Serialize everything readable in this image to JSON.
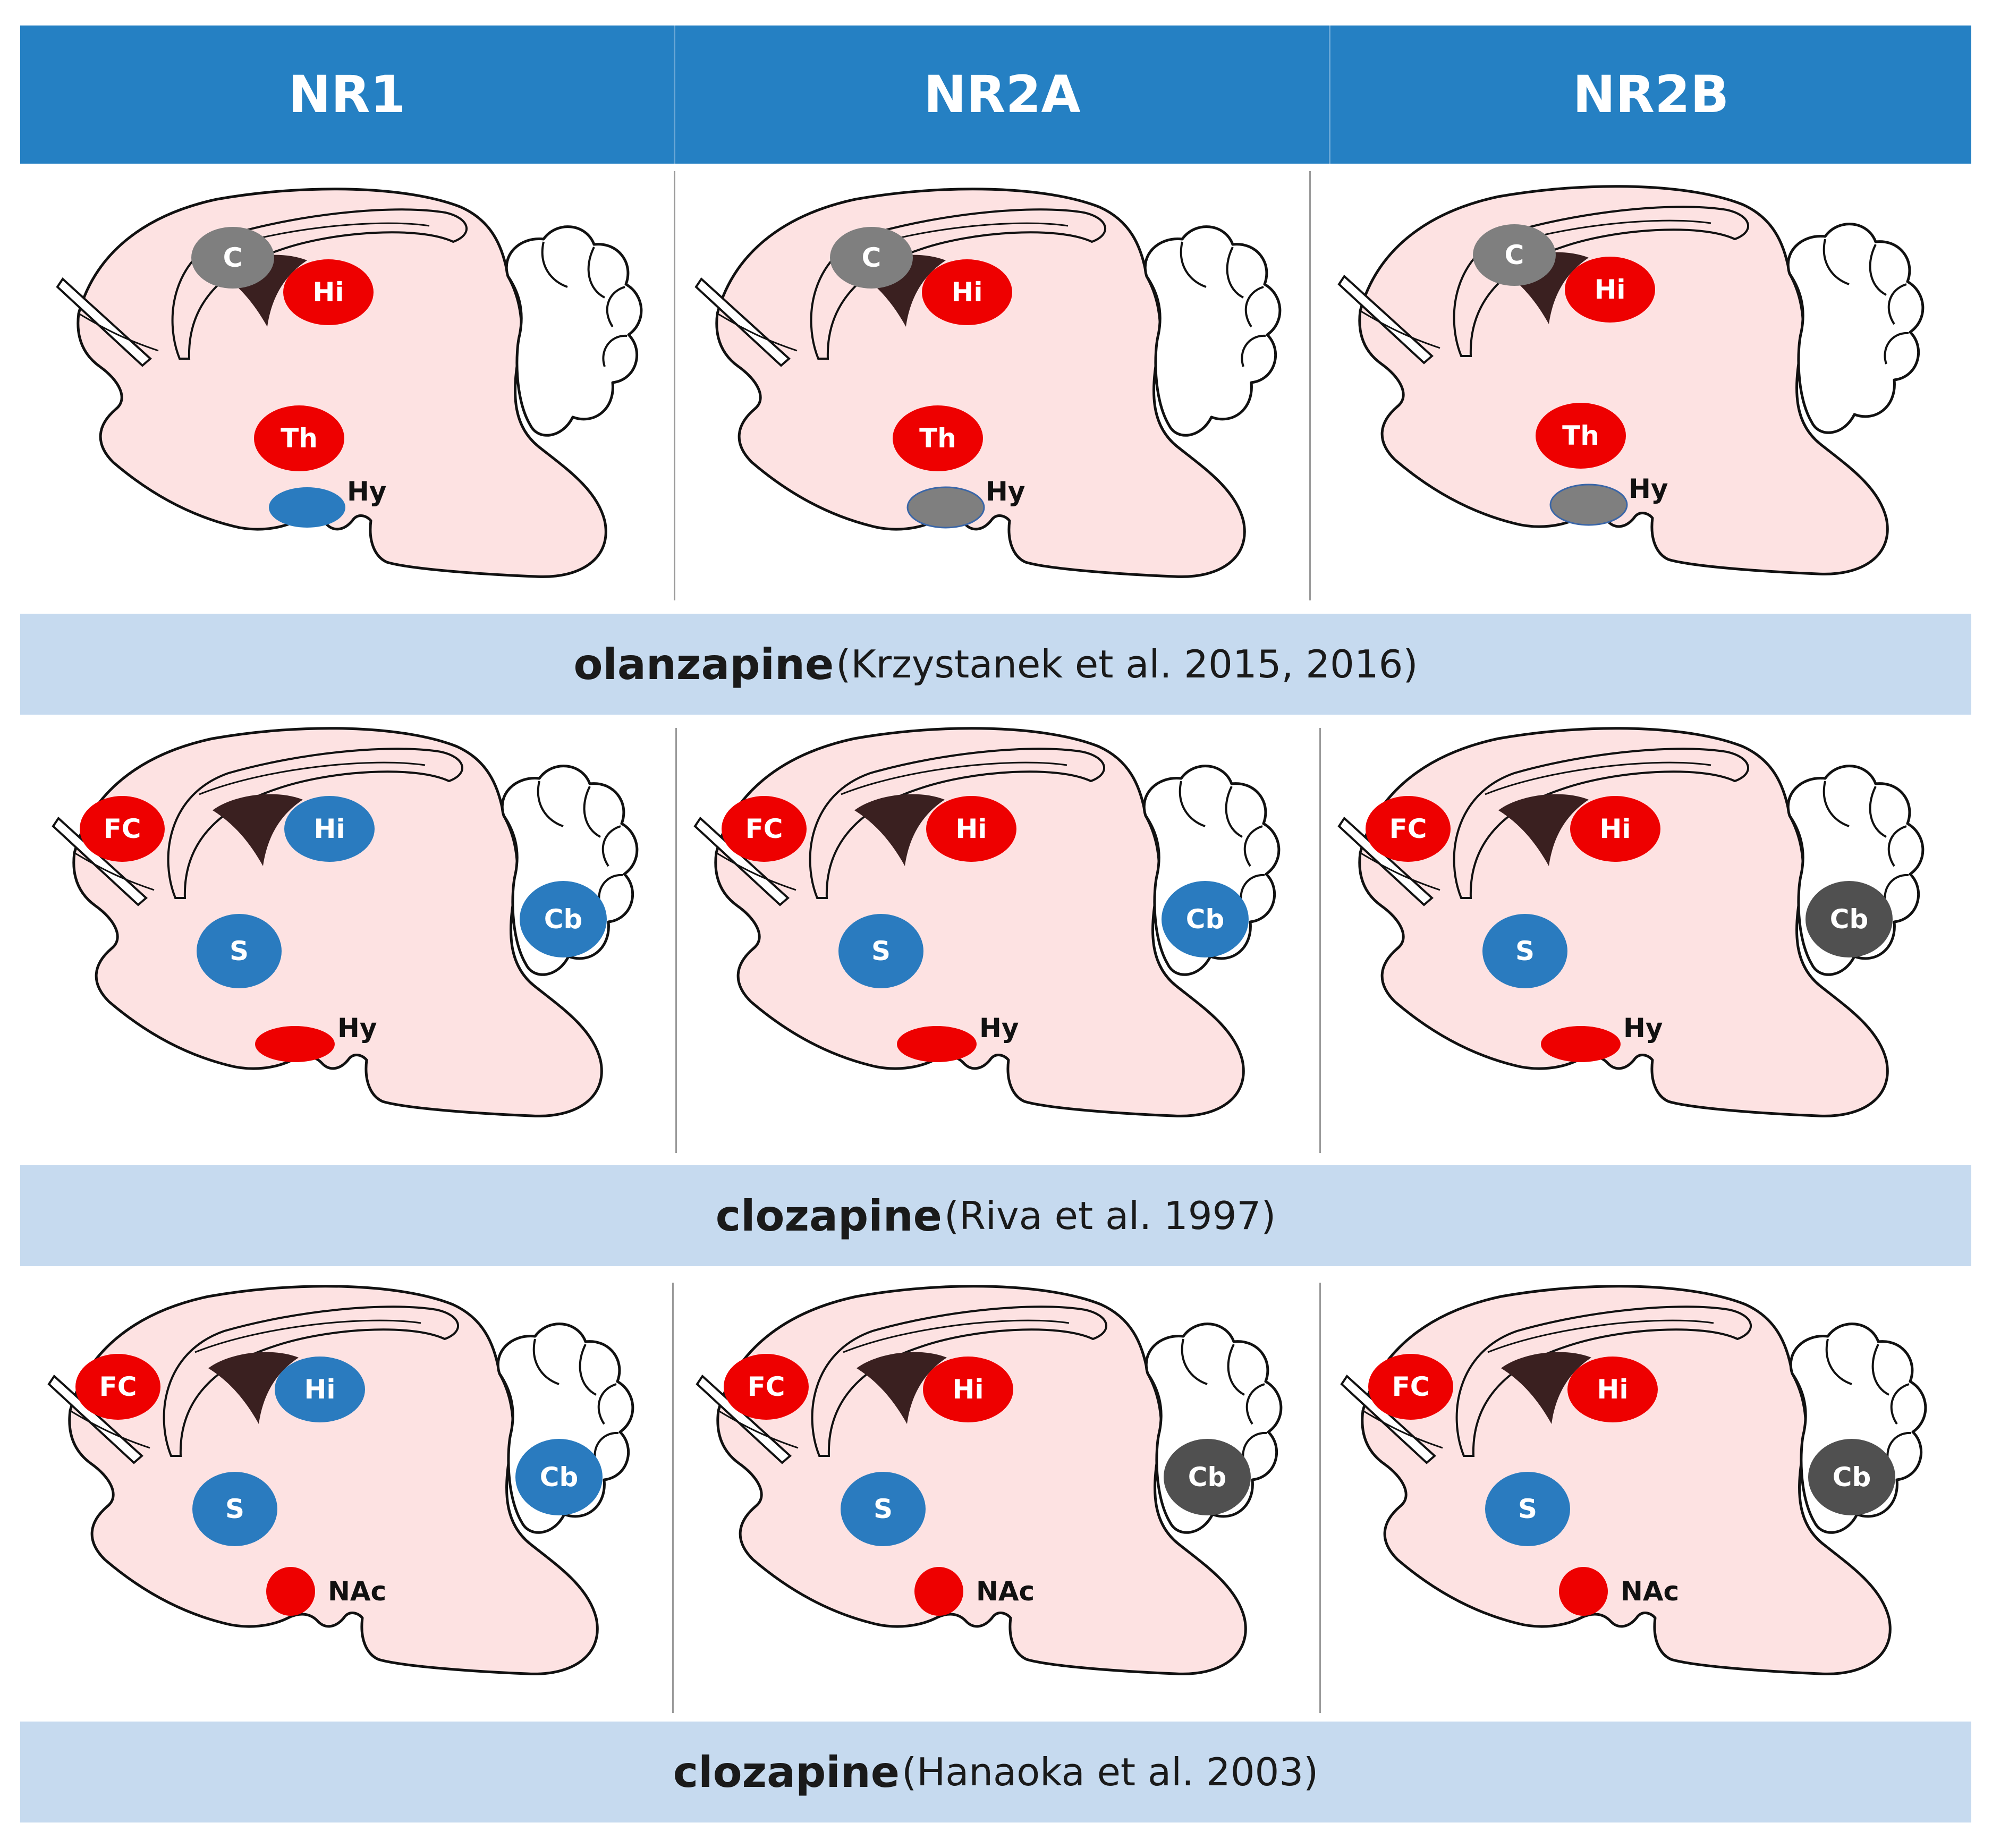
{
  "columns": [
    "NR1",
    "NR2A",
    "NR2B"
  ],
  "colors": {
    "increase": "#ee0000",
    "decrease": "#2a7bbf",
    "no_change": "#7f7f7f",
    "no_change_dark": "#505050",
    "brain_fill": "#fde2e2",
    "header": "#2580c3",
    "caption_band": "#c6daef"
  },
  "rows": [
    {
      "caption": {
        "drug": "olanzapine",
        "reference": "(Krzystanek et al. 2015, 2016)"
      },
      "panels": [
        {
          "regions": [
            {
              "label": "C",
              "status": "no_change"
            },
            {
              "label": "Hi",
              "status": "increase"
            },
            {
              "label": "Th",
              "status": "increase"
            },
            {
              "label": "Hy",
              "status": "decrease"
            }
          ]
        },
        {
          "regions": [
            {
              "label": "C",
              "status": "no_change"
            },
            {
              "label": "Hi",
              "status": "increase"
            },
            {
              "label": "Th",
              "status": "increase"
            },
            {
              "label": "Hy",
              "status": "no_change"
            }
          ]
        },
        {
          "regions": [
            {
              "label": "C",
              "status": "no_change"
            },
            {
              "label": "Hi",
              "status": "increase"
            },
            {
              "label": "Th",
              "status": "increase"
            },
            {
              "label": "Hy",
              "status": "no_change"
            }
          ]
        }
      ]
    },
    {
      "caption": {
        "drug": "clozapine",
        "reference": "(Riva et al. 1997)"
      },
      "panels": [
        {
          "regions": [
            {
              "label": "FC",
              "status": "increase"
            },
            {
              "label": "Hi",
              "status": "decrease"
            },
            {
              "label": "S",
              "status": "decrease"
            },
            {
              "label": "Cb",
              "status": "decrease"
            },
            {
              "label": "Hy",
              "status": "increase"
            }
          ]
        },
        {
          "regions": [
            {
              "label": "FC",
              "status": "increase"
            },
            {
              "label": "Hi",
              "status": "increase"
            },
            {
              "label": "S",
              "status": "decrease"
            },
            {
              "label": "Cb",
              "status": "decrease"
            },
            {
              "label": "Hy",
              "status": "increase"
            }
          ]
        },
        {
          "regions": [
            {
              "label": "FC",
              "status": "increase"
            },
            {
              "label": "Hi",
              "status": "increase"
            },
            {
              "label": "S",
              "status": "decrease"
            },
            {
              "label": "Cb",
              "status": "no_change_dark"
            },
            {
              "label": "Hy",
              "status": "increase"
            }
          ]
        }
      ]
    },
    {
      "caption": {
        "drug": "clozapine",
        "reference": "(Hanaoka et al. 2003)"
      },
      "panels": [
        {
          "regions": [
            {
              "label": "FC",
              "status": "increase"
            },
            {
              "label": "Hi",
              "status": "decrease"
            },
            {
              "label": "S",
              "status": "decrease"
            },
            {
              "label": "Cb",
              "status": "decrease"
            },
            {
              "label": "NAc",
              "status": "increase"
            }
          ]
        },
        {
          "regions": [
            {
              "label": "FC",
              "status": "increase"
            },
            {
              "label": "Hi",
              "status": "increase"
            },
            {
              "label": "S",
              "status": "decrease"
            },
            {
              "label": "Cb",
              "status": "no_change_dark"
            },
            {
              "label": "NAc",
              "status": "increase"
            }
          ]
        },
        {
          "regions": [
            {
              "label": "FC",
              "status": "increase"
            },
            {
              "label": "Hi",
              "status": "increase"
            },
            {
              "label": "S",
              "status": "decrease"
            },
            {
              "label": "Cb",
              "status": "no_change_dark"
            },
            {
              "label": "NAc",
              "status": "increase"
            }
          ]
        }
      ]
    }
  ]
}
